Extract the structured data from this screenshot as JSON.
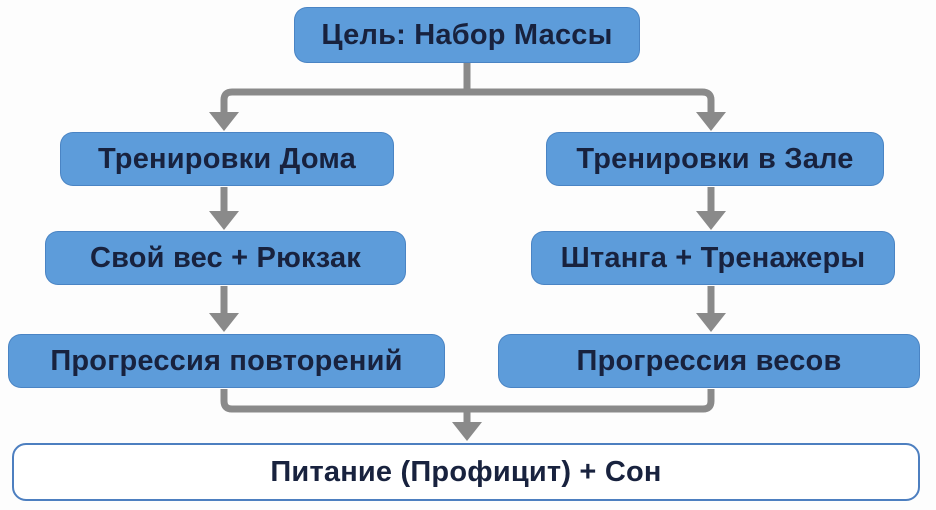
{
  "diagram": {
    "type": "flowchart",
    "language": "ru",
    "topic": "Training plan for mass gain"
  },
  "nodes": {
    "goal": {
      "label": "Цель: Набор Массы"
    },
    "home": {
      "label": "Тренировки Дома"
    },
    "gym": {
      "label": "Тренировки в Зале"
    },
    "bodyweight": {
      "label": "Свой вес + Рюкзак"
    },
    "barbell": {
      "label": "Штанга + Тренажеры"
    },
    "rep_progression": {
      "label": "Прогрессия повторений"
    },
    "weight_progression": {
      "label": "Прогрессия весов"
    },
    "nutrition": {
      "label": "Питание (Профицит) + Сон"
    }
  },
  "edges": [
    {
      "from": "goal",
      "to": "home"
    },
    {
      "from": "goal",
      "to": "gym"
    },
    {
      "from": "home",
      "to": "bodyweight"
    },
    {
      "from": "gym",
      "to": "barbell"
    },
    {
      "from": "bodyweight",
      "to": "rep_progression"
    },
    {
      "from": "barbell",
      "to": "weight_progression"
    },
    {
      "from": "rep_progression",
      "to": "nutrition"
    },
    {
      "from": "weight_progression",
      "to": "nutrition"
    }
  ],
  "colors": {
    "node_fill": "#5d9cda",
    "node_text": "#18223e",
    "connector_gray": "#8a8a8a",
    "nutrition_border": "#4d7fc0",
    "nutrition_fill": "#ffffff",
    "background": "#fdfdfd"
  }
}
